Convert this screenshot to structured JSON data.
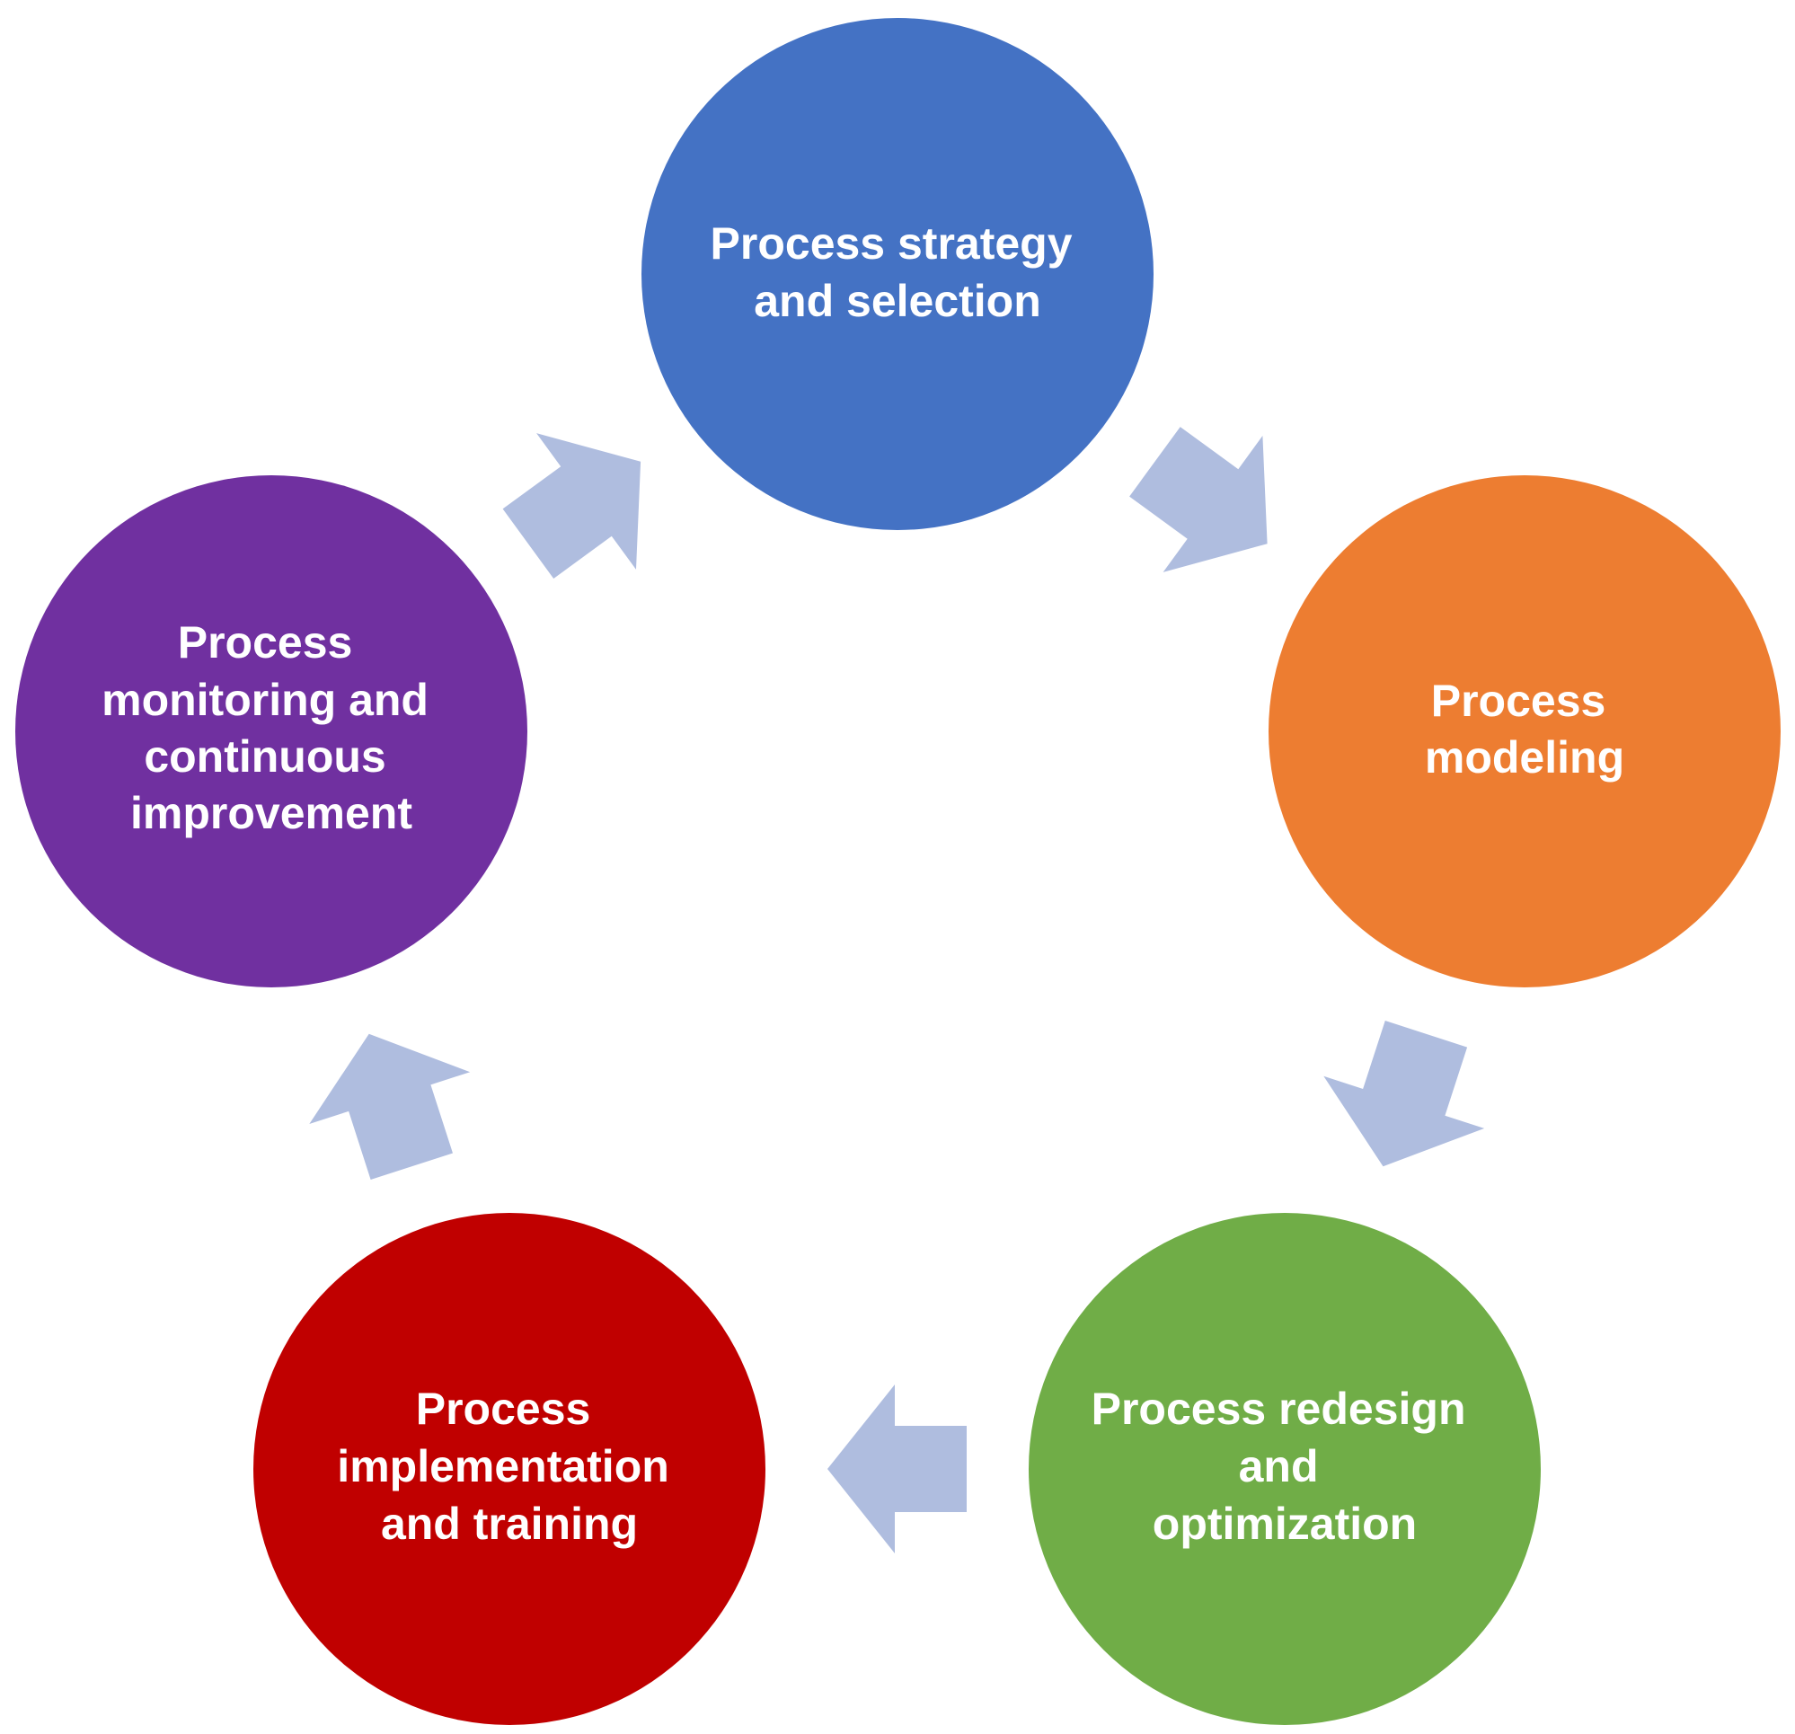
{
  "stages": [
    {
      "lines": [
        "Process strategy",
        "and selection"
      ],
      "color": "#4472C4"
    },
    {
      "lines": [
        "Process",
        "modeling"
      ],
      "color": "#ED7D31"
    },
    {
      "lines": [
        "Process redesign",
        "and",
        "optimization"
      ],
      "color": "#70AD47"
    },
    {
      "lines": [
        "Process",
        "implementation",
        "and training"
      ],
      "color": "#C00000"
    },
    {
      "lines": [
        "Process",
        "monitoring and",
        "continuous",
        "improvement"
      ],
      "color": "#7030A0"
    }
  ],
  "arrow_color": "#AFBDDF"
}
